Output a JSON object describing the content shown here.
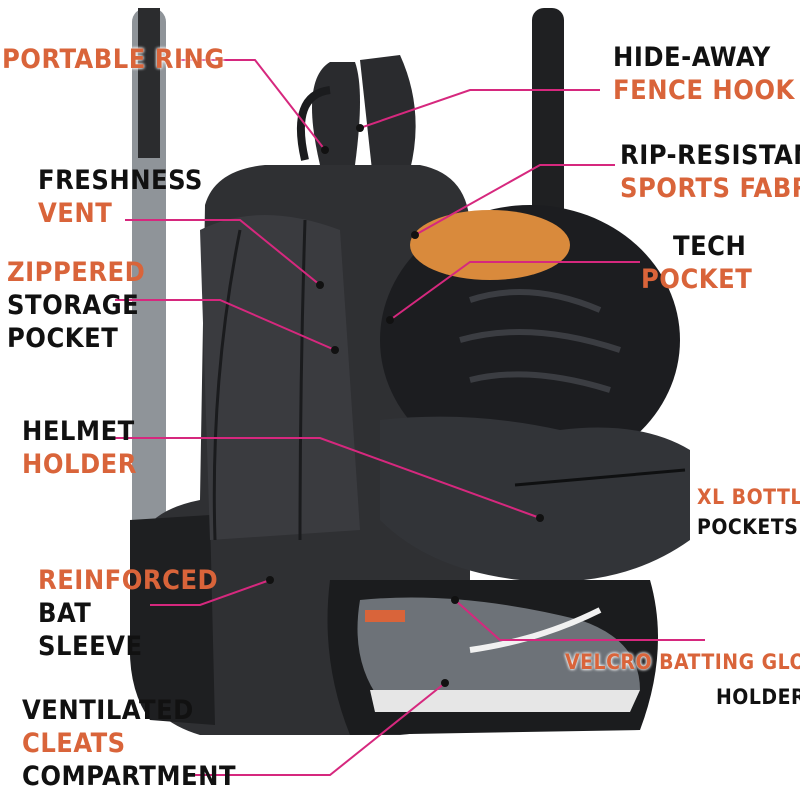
{
  "colors": {
    "accent_orange": "#d9643a",
    "label_dark": "#111111",
    "callout_line": "#d6287e",
    "bag_body": "#2f3033",
    "bat": "#8f9499"
  },
  "callouts": {
    "portable_ring": {
      "line1": "PORTABLE RING"
    },
    "hide_away": {
      "line1": "HIDE-AWAY",
      "line2": "FENCE HOOK"
    },
    "freshness": {
      "line1": "FRESHNESS",
      "line2": "VENT"
    },
    "rip_resistant": {
      "line1": "RIP-RESISTANT",
      "line2": "SPORTS FABRIC"
    },
    "zippered": {
      "line1": "ZIPPERED",
      "line2": "STORAGE",
      "line3": "POCKET"
    },
    "tech": {
      "line1": "TECH",
      "line2": "POCKET"
    },
    "helmet": {
      "line1": "HELMET",
      "line2": "HOLDER"
    },
    "xl_bottle": {
      "line1": "XL BOTTLE",
      "line2": "POCKETS"
    },
    "reinforced": {
      "line1": "REINFORCED",
      "line2": "BAT",
      "line3": "SLEEVE"
    },
    "velcro": {
      "line1": "VELCRO BATTING GLOVES",
      "line2": "HOLDER"
    },
    "cleats": {
      "line1": "VENTILATED",
      "line2": "CLEATS",
      "line3": "COMPARTMENT"
    }
  }
}
